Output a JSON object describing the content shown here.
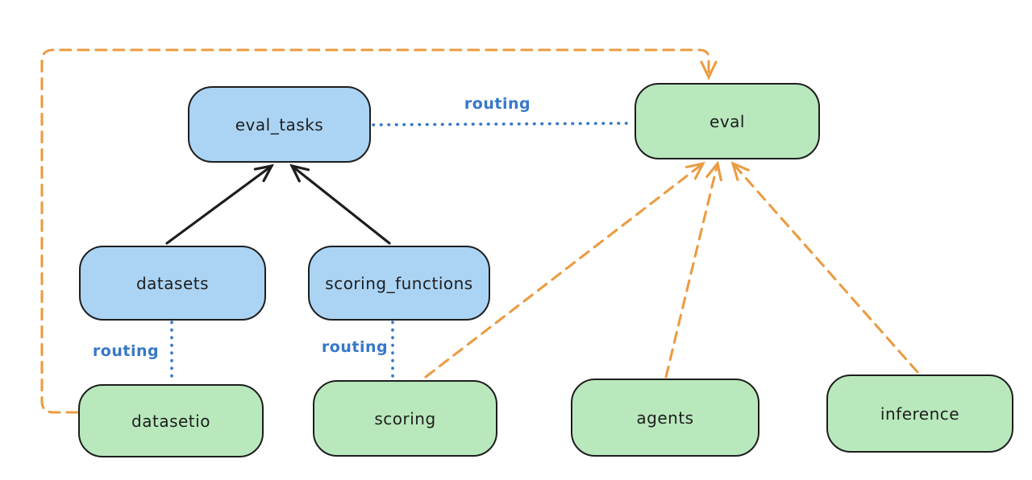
{
  "diagram": {
    "type": "architecture-routing-diagram",
    "nodes": [
      {
        "id": "eval_tasks",
        "label": "eval_tasks",
        "color": "blue"
      },
      {
        "id": "eval",
        "label": "eval",
        "color": "green"
      },
      {
        "id": "datasets",
        "label": "datasets",
        "color": "blue"
      },
      {
        "id": "scoring_functions",
        "label": "scoring_functions",
        "color": "blue"
      },
      {
        "id": "datasetio",
        "label": "datasetio",
        "color": "green"
      },
      {
        "id": "scoring",
        "label": "scoring",
        "color": "green"
      },
      {
        "id": "agents",
        "label": "agents",
        "color": "green"
      },
      {
        "id": "inference",
        "label": "inference",
        "color": "green"
      }
    ],
    "edges": [
      {
        "from": "eval_tasks",
        "to": "eval",
        "label": "routing",
        "style": "dotted-blue"
      },
      {
        "from": "datasets",
        "to": "eval_tasks",
        "label": "",
        "style": "solid-black-arrow"
      },
      {
        "from": "scoring_functions",
        "to": "eval_tasks",
        "label": "",
        "style": "solid-black-arrow"
      },
      {
        "from": "datasets",
        "to": "datasetio",
        "label": "routing",
        "style": "dotted-blue"
      },
      {
        "from": "scoring_functions",
        "to": "scoring",
        "label": "routing",
        "style": "dotted-blue"
      },
      {
        "from": "scoring",
        "to": "eval",
        "label": "",
        "style": "dashed-orange-arrow"
      },
      {
        "from": "agents",
        "to": "eval",
        "label": "",
        "style": "dashed-orange-arrow"
      },
      {
        "from": "inference",
        "to": "eval",
        "label": "",
        "style": "dashed-orange-arrow"
      },
      {
        "from": "datasetio",
        "to": "eval",
        "label": "",
        "style": "dashed-orange-arrow"
      }
    ],
    "colors": {
      "node_blue_fill": "#abd4f4",
      "node_green_fill": "#b9e8bd",
      "node_stroke": "#1e1e1e",
      "arrow_black": "#1e1e1e",
      "arrow_orange": "#eb9c42",
      "routing_blue": "#3678c9",
      "background": "#ffffff"
    }
  }
}
